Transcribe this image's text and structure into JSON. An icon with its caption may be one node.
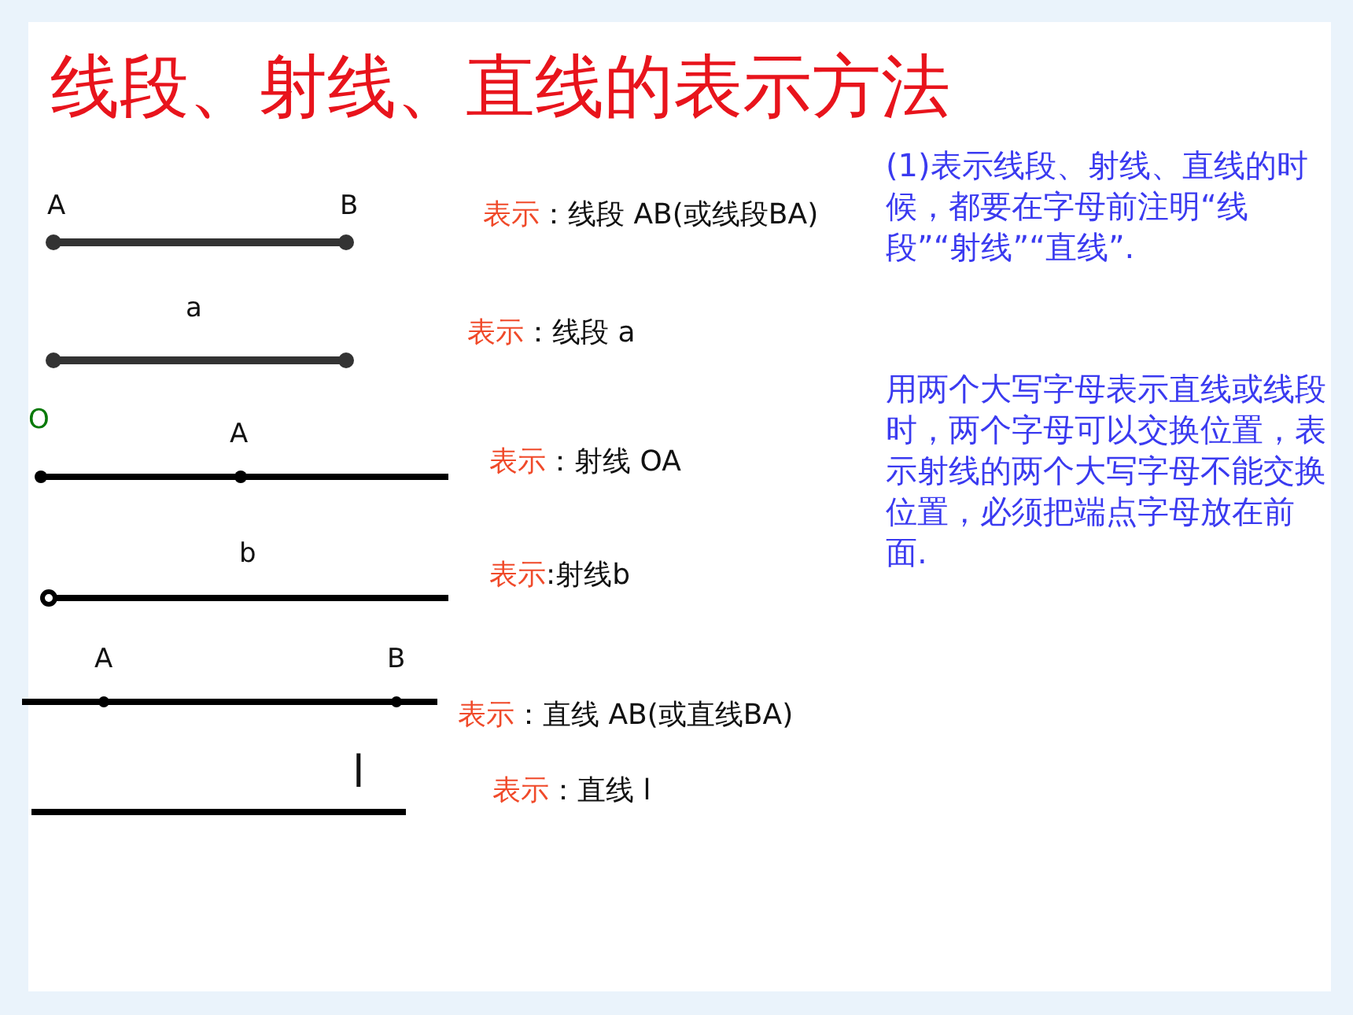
{
  "diagram": {
    "title": "线段、射线、直线的表示方法",
    "labels": [
      "A",
      "B",
      "表示",
      "：线段 AB(或线段BA)",
      "(1)表示线段、射线、直线的时候，都要在字母前注明“线段”“射线”“直线”.",
      "a",
      "表示",
      "：线段 a",
      "用两个大写字母表示直线或线段时，两个字母可以交换位置，表示射线的两个大写字母不能交换位置，必须把端点字母放在前面.",
      "O",
      "A",
      "表示",
      "：射线 OA",
      "b",
      "表示",
      ":射线b",
      "A",
      "B",
      "表示",
      "：直线 AB(或直线BA)",
      "l",
      "表示",
      "：直线 l"
    ]
  }
}
